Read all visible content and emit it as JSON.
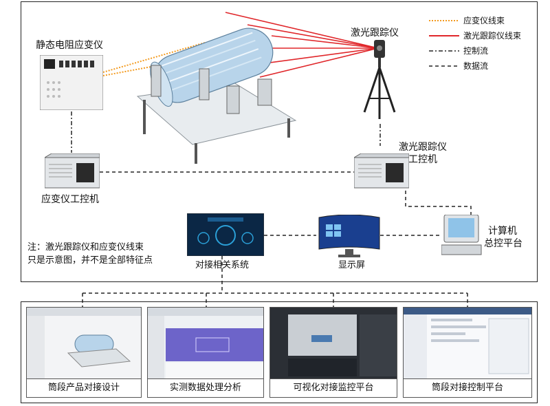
{
  "legend": {
    "items": [
      {
        "label": "应变仪线束",
        "style": "dotted",
        "color": "#f39a1e"
      },
      {
        "label": "激光跟踪仪线束",
        "style": "solid",
        "color": "#e0262a"
      },
      {
        "label": "控制流",
        "style": "dash-dot",
        "color": "#222222"
      },
      {
        "label": "数据流",
        "style": "dashed",
        "color": "#222222"
      }
    ]
  },
  "nodes": {
    "strain_gauge": "静态电阻应变仪",
    "laser_tracker": "激光跟踪仪",
    "laser_ipc_line1": "激光跟踪仪",
    "laser_ipc_line2": "工控机",
    "strain_ipc": "应变仪工控机",
    "computer_line1": "计算机",
    "computer_line2": "总控平台",
    "docking_system": "对接相关系统",
    "monitor": "显示屏"
  },
  "note": {
    "line1": "注：激光跟踪仪和应变仪线束",
    "line2": "只是示意图，并不是全部特征点"
  },
  "platforms": [
    {
      "label": "筒段产品对接设计"
    },
    {
      "label": "实测数据处理分析"
    },
    {
      "label": "可视化对接监控平台"
    },
    {
      "label": "筒段对接控制平台"
    }
  ],
  "colors": {
    "strain_harness": "#f39a1e",
    "laser_harness": "#e0262a",
    "frame": "#222222"
  }
}
